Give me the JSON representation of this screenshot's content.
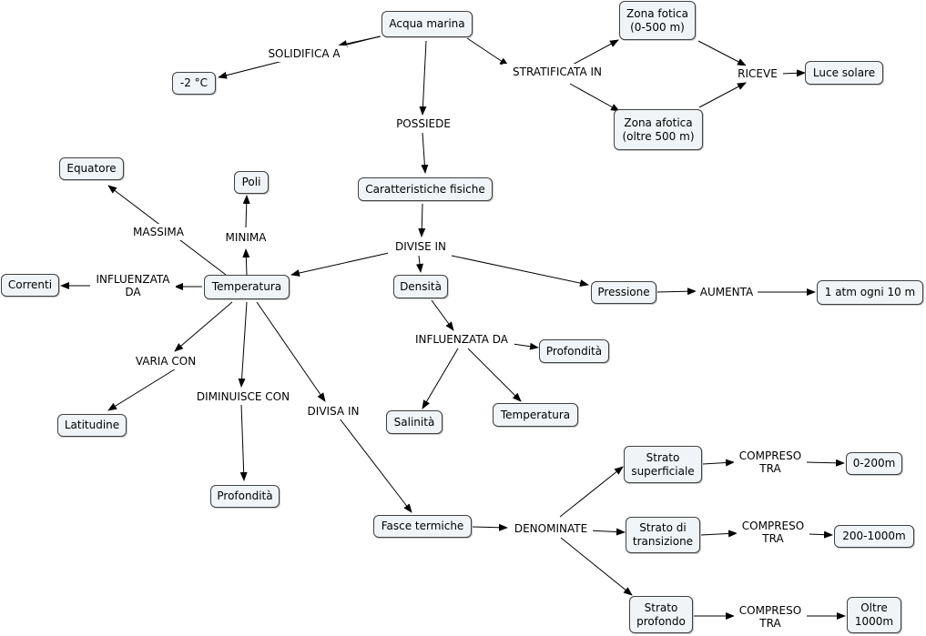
{
  "concepts": {
    "acqua_marina": "Acqua marina",
    "minus2": "-2 °C",
    "zona_fotica": "Zona fotica\n(0-500 m)",
    "zona_afotica": "Zona afotica\n(oltre 500 m)",
    "luce_solare": "Luce solare",
    "caratteristiche": "Caratteristiche fisiche",
    "equatore": "Equatore",
    "poli": "Poli",
    "correnti": "Correnti",
    "temperatura": "Temperatura",
    "densita": "Densità",
    "pressione": "Pressione",
    "atm": "1 atm ogni 10 m",
    "profondita_densita": "Profondità",
    "latitudine": "Latitudine",
    "salinita": "Salinità",
    "temperatura_densita": "Temperatura",
    "profondita_temp": "Profondità",
    "strato_superficiale": "Strato\nsuperficiale",
    "range_0_200": "0-200m",
    "fasce_termiche": "Fasce termiche",
    "strato_transizione": "Strato di\ntransizione",
    "range_200_1000": "200-1000m",
    "strato_profondo": "Strato\nprofondo",
    "range_oltre_1000": "Oltre\n1000m"
  },
  "linking_phrases": {
    "solidifica_a": "SOLIDIFICA A",
    "stratificata_in": "STRATIFICATA IN",
    "riceve": "RICEVE",
    "possiede": "POSSIEDE",
    "divise_in": "DIVISE IN",
    "massima": "MASSIMA",
    "minima": "MINIMA",
    "influenzata_da_temp": "INFLUENZATA\nDA",
    "aumenta": "AUMENTA",
    "influenzata_da_densita": "INFLUENZATA DA",
    "varia_con": "VARIA CON",
    "diminuisce_con": "DIMINUISCE CON",
    "divisa_in": "DIVISA IN",
    "compreso_tra_1": "COMPRESO\nTRA",
    "denominate": "DENOMINATE",
    "compreso_tra_2": "COMPRESO\nTRA",
    "compreso_tra_3": "COMPRESO\nTRA"
  }
}
